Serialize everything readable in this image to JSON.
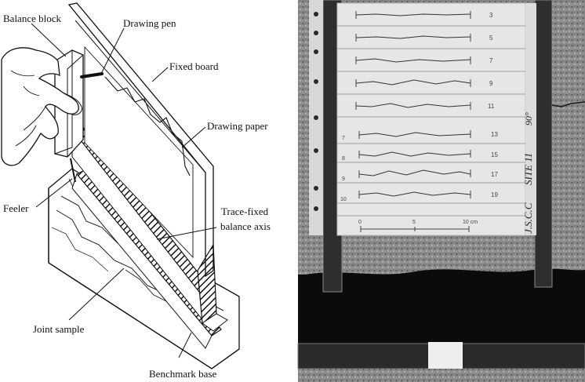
{
  "left_diagram": {
    "labels": {
      "balance_block": "Balance block",
      "drawing_pen": "Drawing pen",
      "fixed_board": "Fixed board",
      "drawing_paper": "Drawing paper",
      "feeler": "Feeler",
      "trace_fixed_1": "Trace-fixed",
      "trace_fixed_2": "balance axis",
      "joint_sample": "Joint sample",
      "benchmark_base": "Benchmark base"
    }
  },
  "right_photo": {
    "profile_numbers": [
      "3",
      "5",
      "7",
      "9",
      "11",
      "13",
      "15",
      "17",
      "19"
    ],
    "left_margin_numbers": [
      "",
      "",
      "",
      "",
      "",
      "7",
      "8",
      "9",
      "10"
    ],
    "scale_ticks": [
      "0",
      "5",
      "10 cm"
    ],
    "handwriting_1": "J.S.C.C",
    "handwriting_2": "SITE 11",
    "handwriting_3": "90°"
  }
}
